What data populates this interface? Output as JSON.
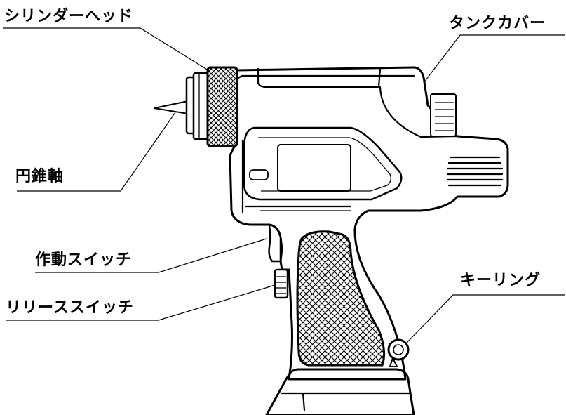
{
  "labels": {
    "cylinder_head": "シリンダーヘッド",
    "tank_cover": "タンクカバー",
    "cone_shaft": "円錐軸",
    "operation_switch": "作動スイッチ",
    "release_switch": "リリーススイッチ",
    "key_ring": "キーリング"
  }
}
